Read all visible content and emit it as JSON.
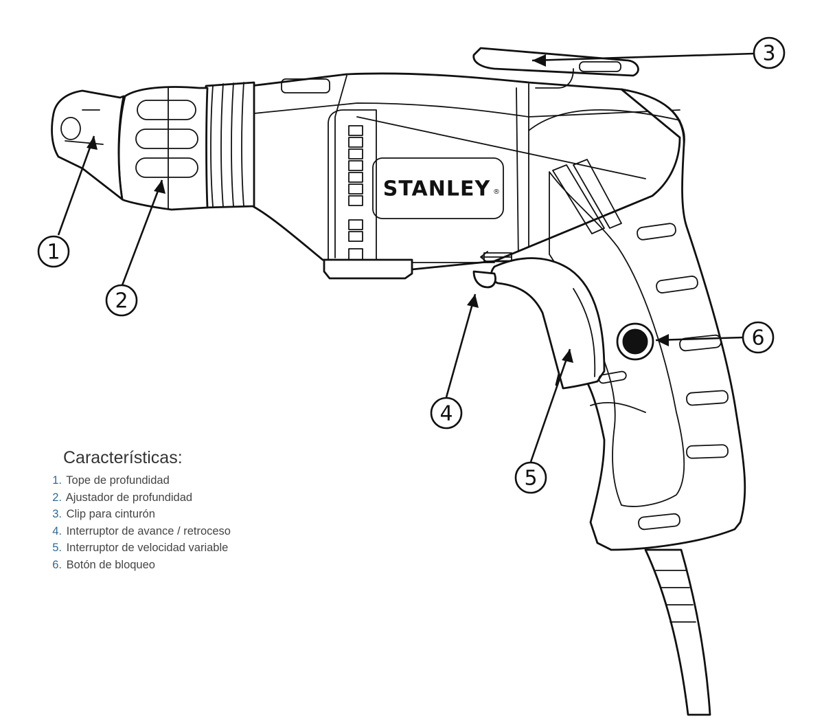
{
  "brand": "STANLEY",
  "brand_mark": "®",
  "callouts": [
    "1",
    "2",
    "3",
    "4",
    "5",
    "6"
  ],
  "features_heading": "Características:",
  "features": [
    {
      "number": "1.",
      "label": "Tope de profundidad"
    },
    {
      "number": "2.",
      "label": "Ajustador de profundidad"
    },
    {
      "number": "3.",
      "label": "Clip para cinturón"
    },
    {
      "number": "4.",
      "label": "Interruptor de avance / retroceso"
    },
    {
      "number": "5.",
      "label": "Interruptor de velocidad variable"
    },
    {
      "number": "6.",
      "label": "Botón de bloqueo"
    }
  ],
  "colors": {
    "line": "#111111",
    "number_accent": "#2e6a96",
    "text": "#444444"
  }
}
